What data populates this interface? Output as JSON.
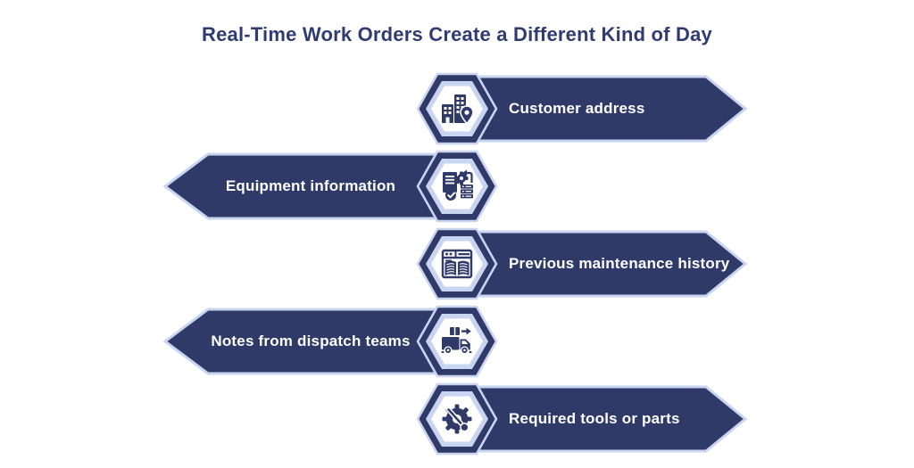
{
  "title": "Real-Time Work Orders Create a Different Kind of Day",
  "colors": {
    "navy": "#303A69",
    "lavender": "#C9D4F1",
    "background": "#FFFFFF",
    "title_text": "#2E3C72",
    "label_text": "#FFFFFF"
  },
  "rows": [
    {
      "label": "Customer address",
      "direction": "right",
      "icon": "building-location-icon"
    },
    {
      "label": "Equipment information",
      "direction": "left",
      "icon": "equipment-info-icon"
    },
    {
      "label": "Previous maintenance history",
      "direction": "right",
      "icon": "maintenance-history-icon"
    },
    {
      "label": "Notes from dispatch teams",
      "direction": "left",
      "icon": "dispatch-truck-icon"
    },
    {
      "label": "Required tools or parts",
      "direction": "right",
      "icon": "tools-parts-icon"
    }
  ]
}
